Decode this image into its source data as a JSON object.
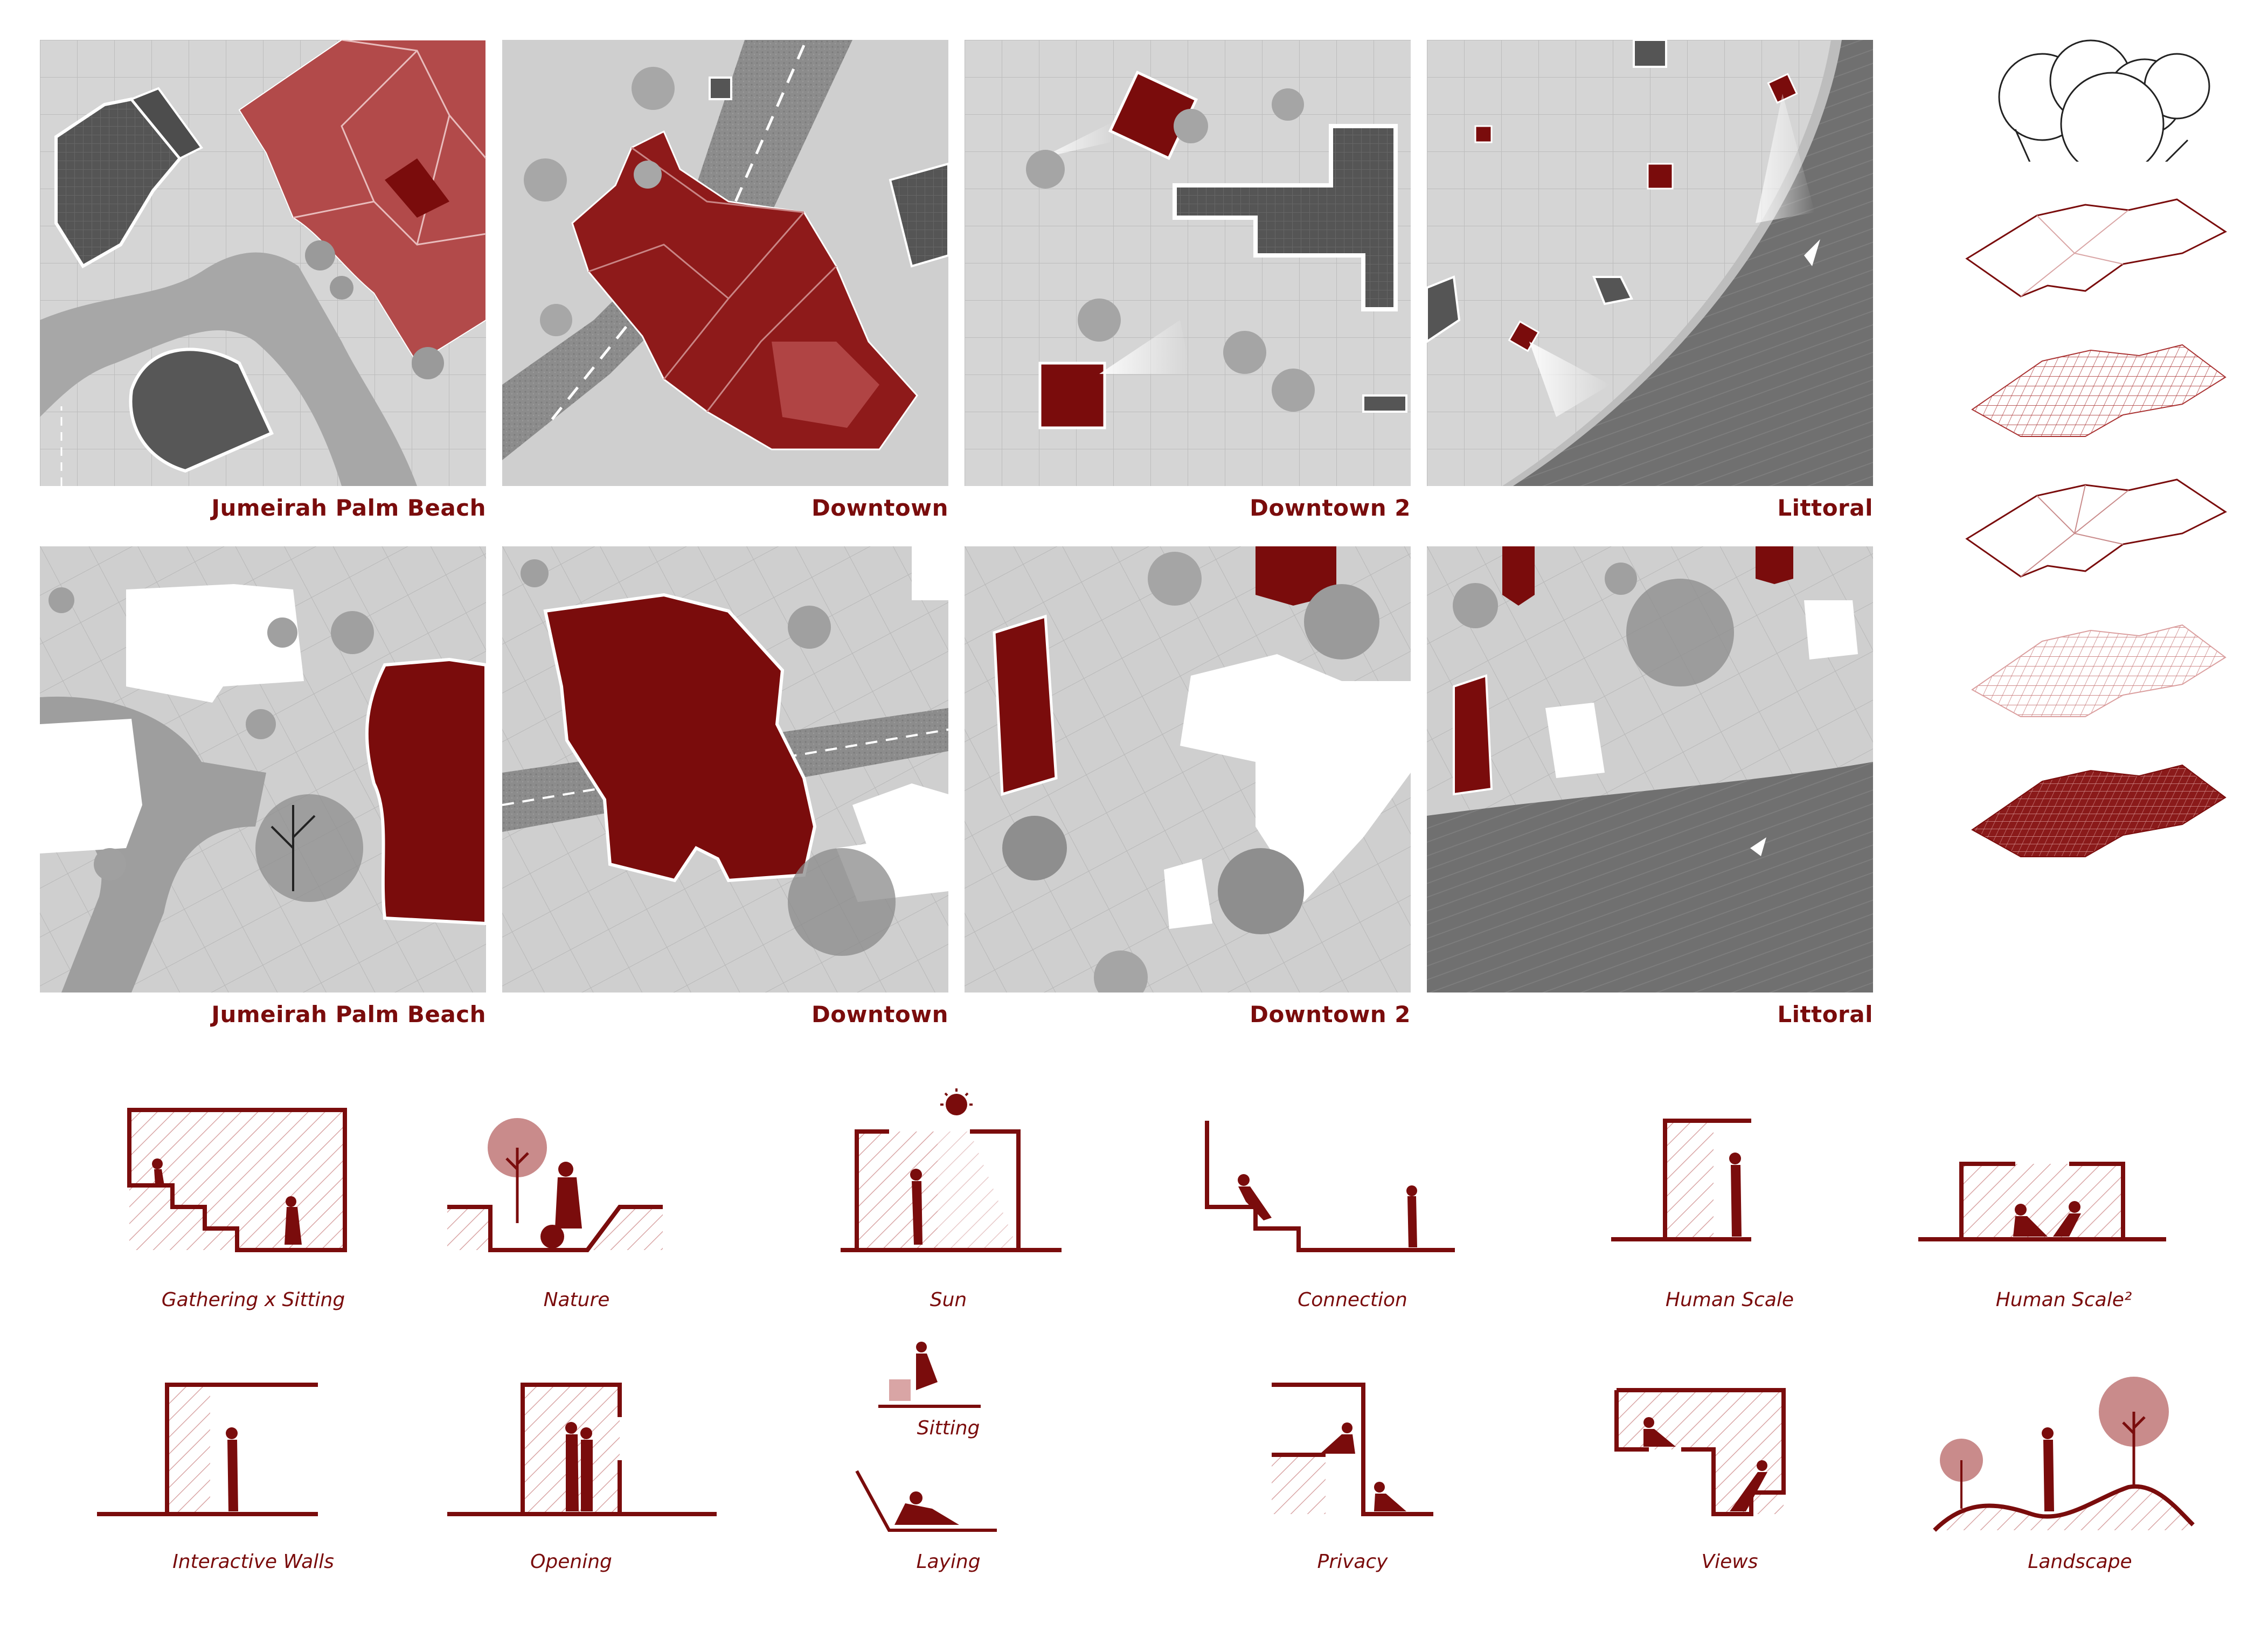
{
  "colors": {
    "accent": "#7a0c0c",
    "accent_light": "#c98b8b",
    "ground": "#d3d3d3",
    "grid": "#c2c2c2",
    "road": "#8f8f8f",
    "building": "#5b5b5b",
    "water": "#6f6f6f"
  },
  "sites_top": [
    {
      "label": "Jumeirah Palm Beach"
    },
    {
      "label": "Downtown"
    },
    {
      "label": "Downtown 2"
    },
    {
      "label": "Littoral"
    }
  ],
  "sites_bottom": [
    {
      "label": "Jumeirah Palm Beach"
    },
    {
      "label": "Downtown"
    },
    {
      "label": "Downtown 2"
    },
    {
      "label": "Littoral"
    }
  ],
  "principles": [
    {
      "label": "Gathering x Sitting",
      "icon": "gathering-sitting-icon"
    },
    {
      "label": "Nature",
      "icon": "nature-icon"
    },
    {
      "label": "Sun",
      "icon": "sun-icon"
    },
    {
      "label": "Connection",
      "icon": "connection-icon"
    },
    {
      "label": "Human Scale",
      "icon": "human-scale-icon"
    },
    {
      "label": "Human Scale²",
      "icon": "human-scale-2-icon"
    },
    {
      "label": "Interactive Walls",
      "icon": "interactive-walls-icon"
    },
    {
      "label": "Opening",
      "icon": "opening-icon"
    },
    {
      "label": "Sitting",
      "icon": "sitting-icon"
    },
    {
      "label": "Laying",
      "icon": "laying-icon"
    },
    {
      "label": "Privacy",
      "icon": "privacy-icon"
    },
    {
      "label": "Views",
      "icon": "views-icon"
    },
    {
      "label": "Landscape",
      "icon": "landscape-icon"
    }
  ]
}
